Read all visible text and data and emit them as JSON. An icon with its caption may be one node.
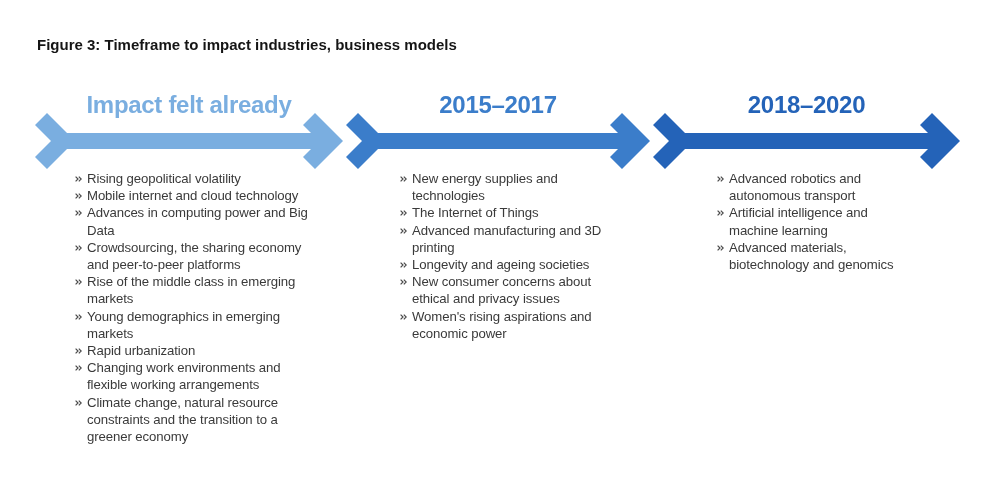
{
  "diagram": {
    "title": "Figure 3: Timeframe to impact industries, business models",
    "nodes": [
      {
        "text": [
          "Impact felt already"
        ],
        "beside": [
          "Rising geopolitical volatility",
          "Mobile internet and cloud technology",
          "Advances in computing power and Big Data",
          "Crowdsourcing, the sharing economy and peer-to-peer platforms",
          "Rise of the middle class in emerging markets",
          "Young demographics in emerging markets",
          "Rapid urbanization",
          "Changing work environments and flexible working arrangements",
          "Climate change, natural resource constraints and the transition to a greener economy"
        ]
      },
      {
        "text": [
          "2015–2017"
        ],
        "beside": [
          "New energy supplies and technologies",
          "The Internet of Things",
          "Advanced manufacturing and 3D printing",
          "Longevity and ageing societies",
          "New consumer concerns about ethical and privacy issues",
          "Women's rising aspirations and economic power"
        ]
      },
      {
        "text": [
          "2018–2020"
        ],
        "beside": [
          "Advanced robotics and autonomous transport",
          "Artificial intelligence and machine learning",
          "Advanced materials, biotechnology and genomics"
        ]
      }
    ]
  }
}
